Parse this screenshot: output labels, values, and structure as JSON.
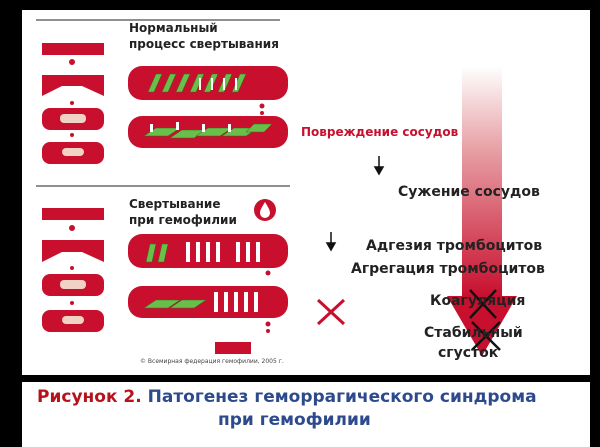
{
  "normal_title_line1": "Нормальный",
  "normal_title_line2": "процесс свертывания",
  "hemo_title_line1": "Свертывание",
  "hemo_title_line2": "при гемофилии",
  "damage_label": "Повреждение сосудов",
  "stage_narrowing": "Сужение сосудов",
  "stage_adhesion": "Адгезия тромбоцитов",
  "stage_aggregation": "Агрегация тромбоцитов",
  "stage_coagulation": "Коагуляция",
  "stage_clot_line1": "Стабильный",
  "stage_clot_line2": "сгусток",
  "footnote": "© Всемирная федерация гемофилии, 2005 г.",
  "caption_number": "Рисунок 2.",
  "caption_text_line1": "Патогенез геморрагического синдрома",
  "caption_text_line2": "при гемофилии",
  "colors": {
    "vessel_red": "#c8102e",
    "platelet_green": "#6abf4b",
    "caption_blue": "#2c4a8c",
    "caption_red": "#b5121b"
  }
}
